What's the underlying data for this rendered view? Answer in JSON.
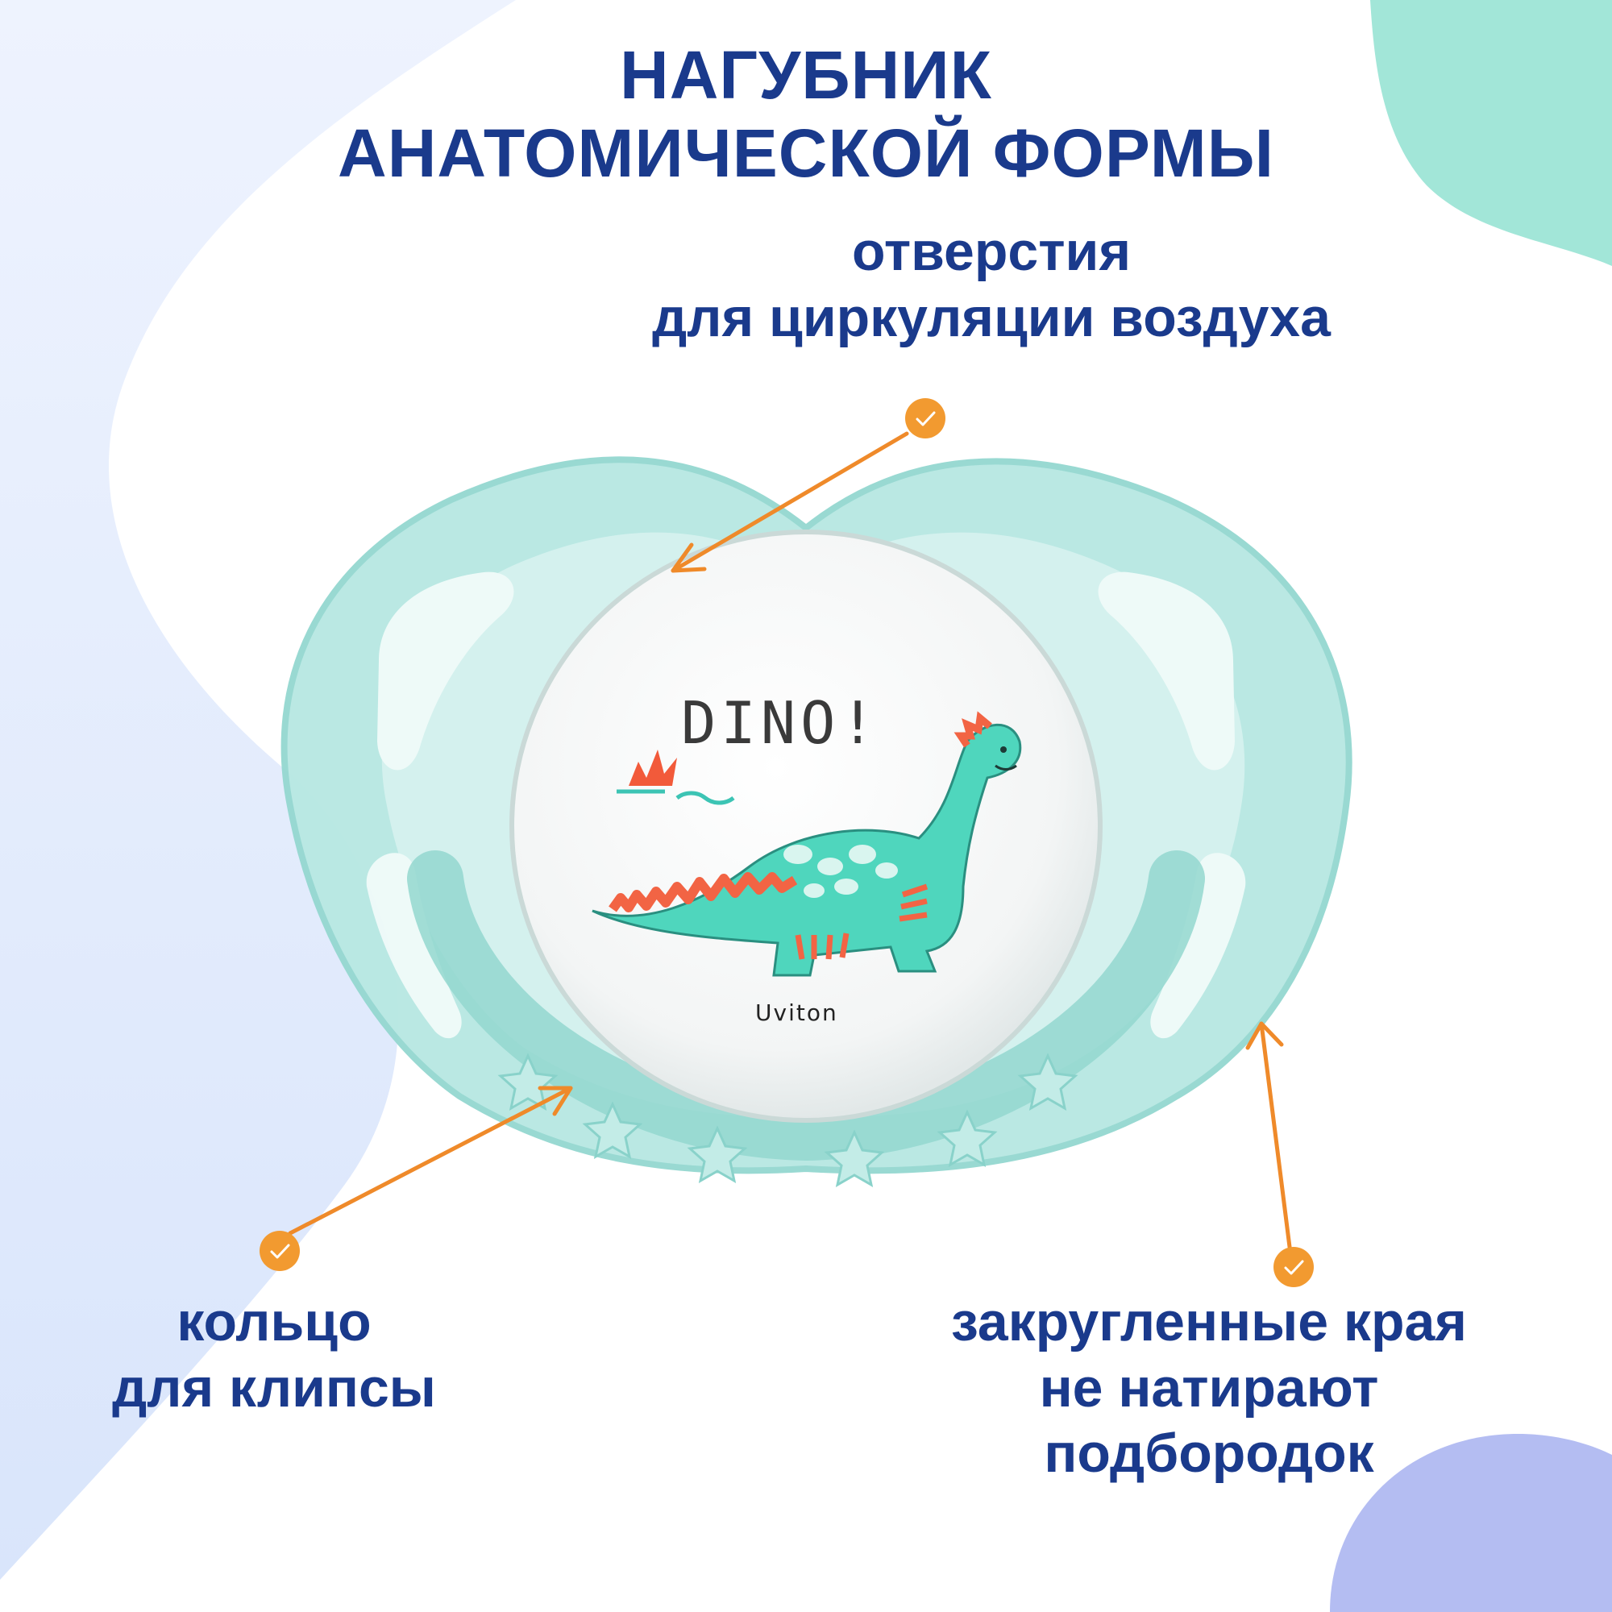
{
  "title": {
    "line1": "НАГУБНИК",
    "line2": "АНАТОМИЧЕСКОЙ ФОРМЫ"
  },
  "callouts": {
    "air_holes": {
      "line1": "отверстия",
      "line2": "для циркуляции воздуха"
    },
    "clip_ring": {
      "line1": "кольцо",
      "line2": "для клипсы"
    },
    "rounded_edges": {
      "line1": "закругленные края",
      "line2": "не натирают",
      "line3": "подбородок"
    }
  },
  "product": {
    "print_text": "DINO!",
    "brand": "Uviton"
  },
  "icons": {
    "marker": "check-circle-icon",
    "pointer": "arrow-icon"
  },
  "colors": {
    "text": "#1a3a8c",
    "accent": "#f29a30",
    "shield": "#a8e2dd",
    "bg_blue": "#dde8fb",
    "bg_mint": "#a2e6d8",
    "bg_periwinkle": "#b4bdf2"
  }
}
